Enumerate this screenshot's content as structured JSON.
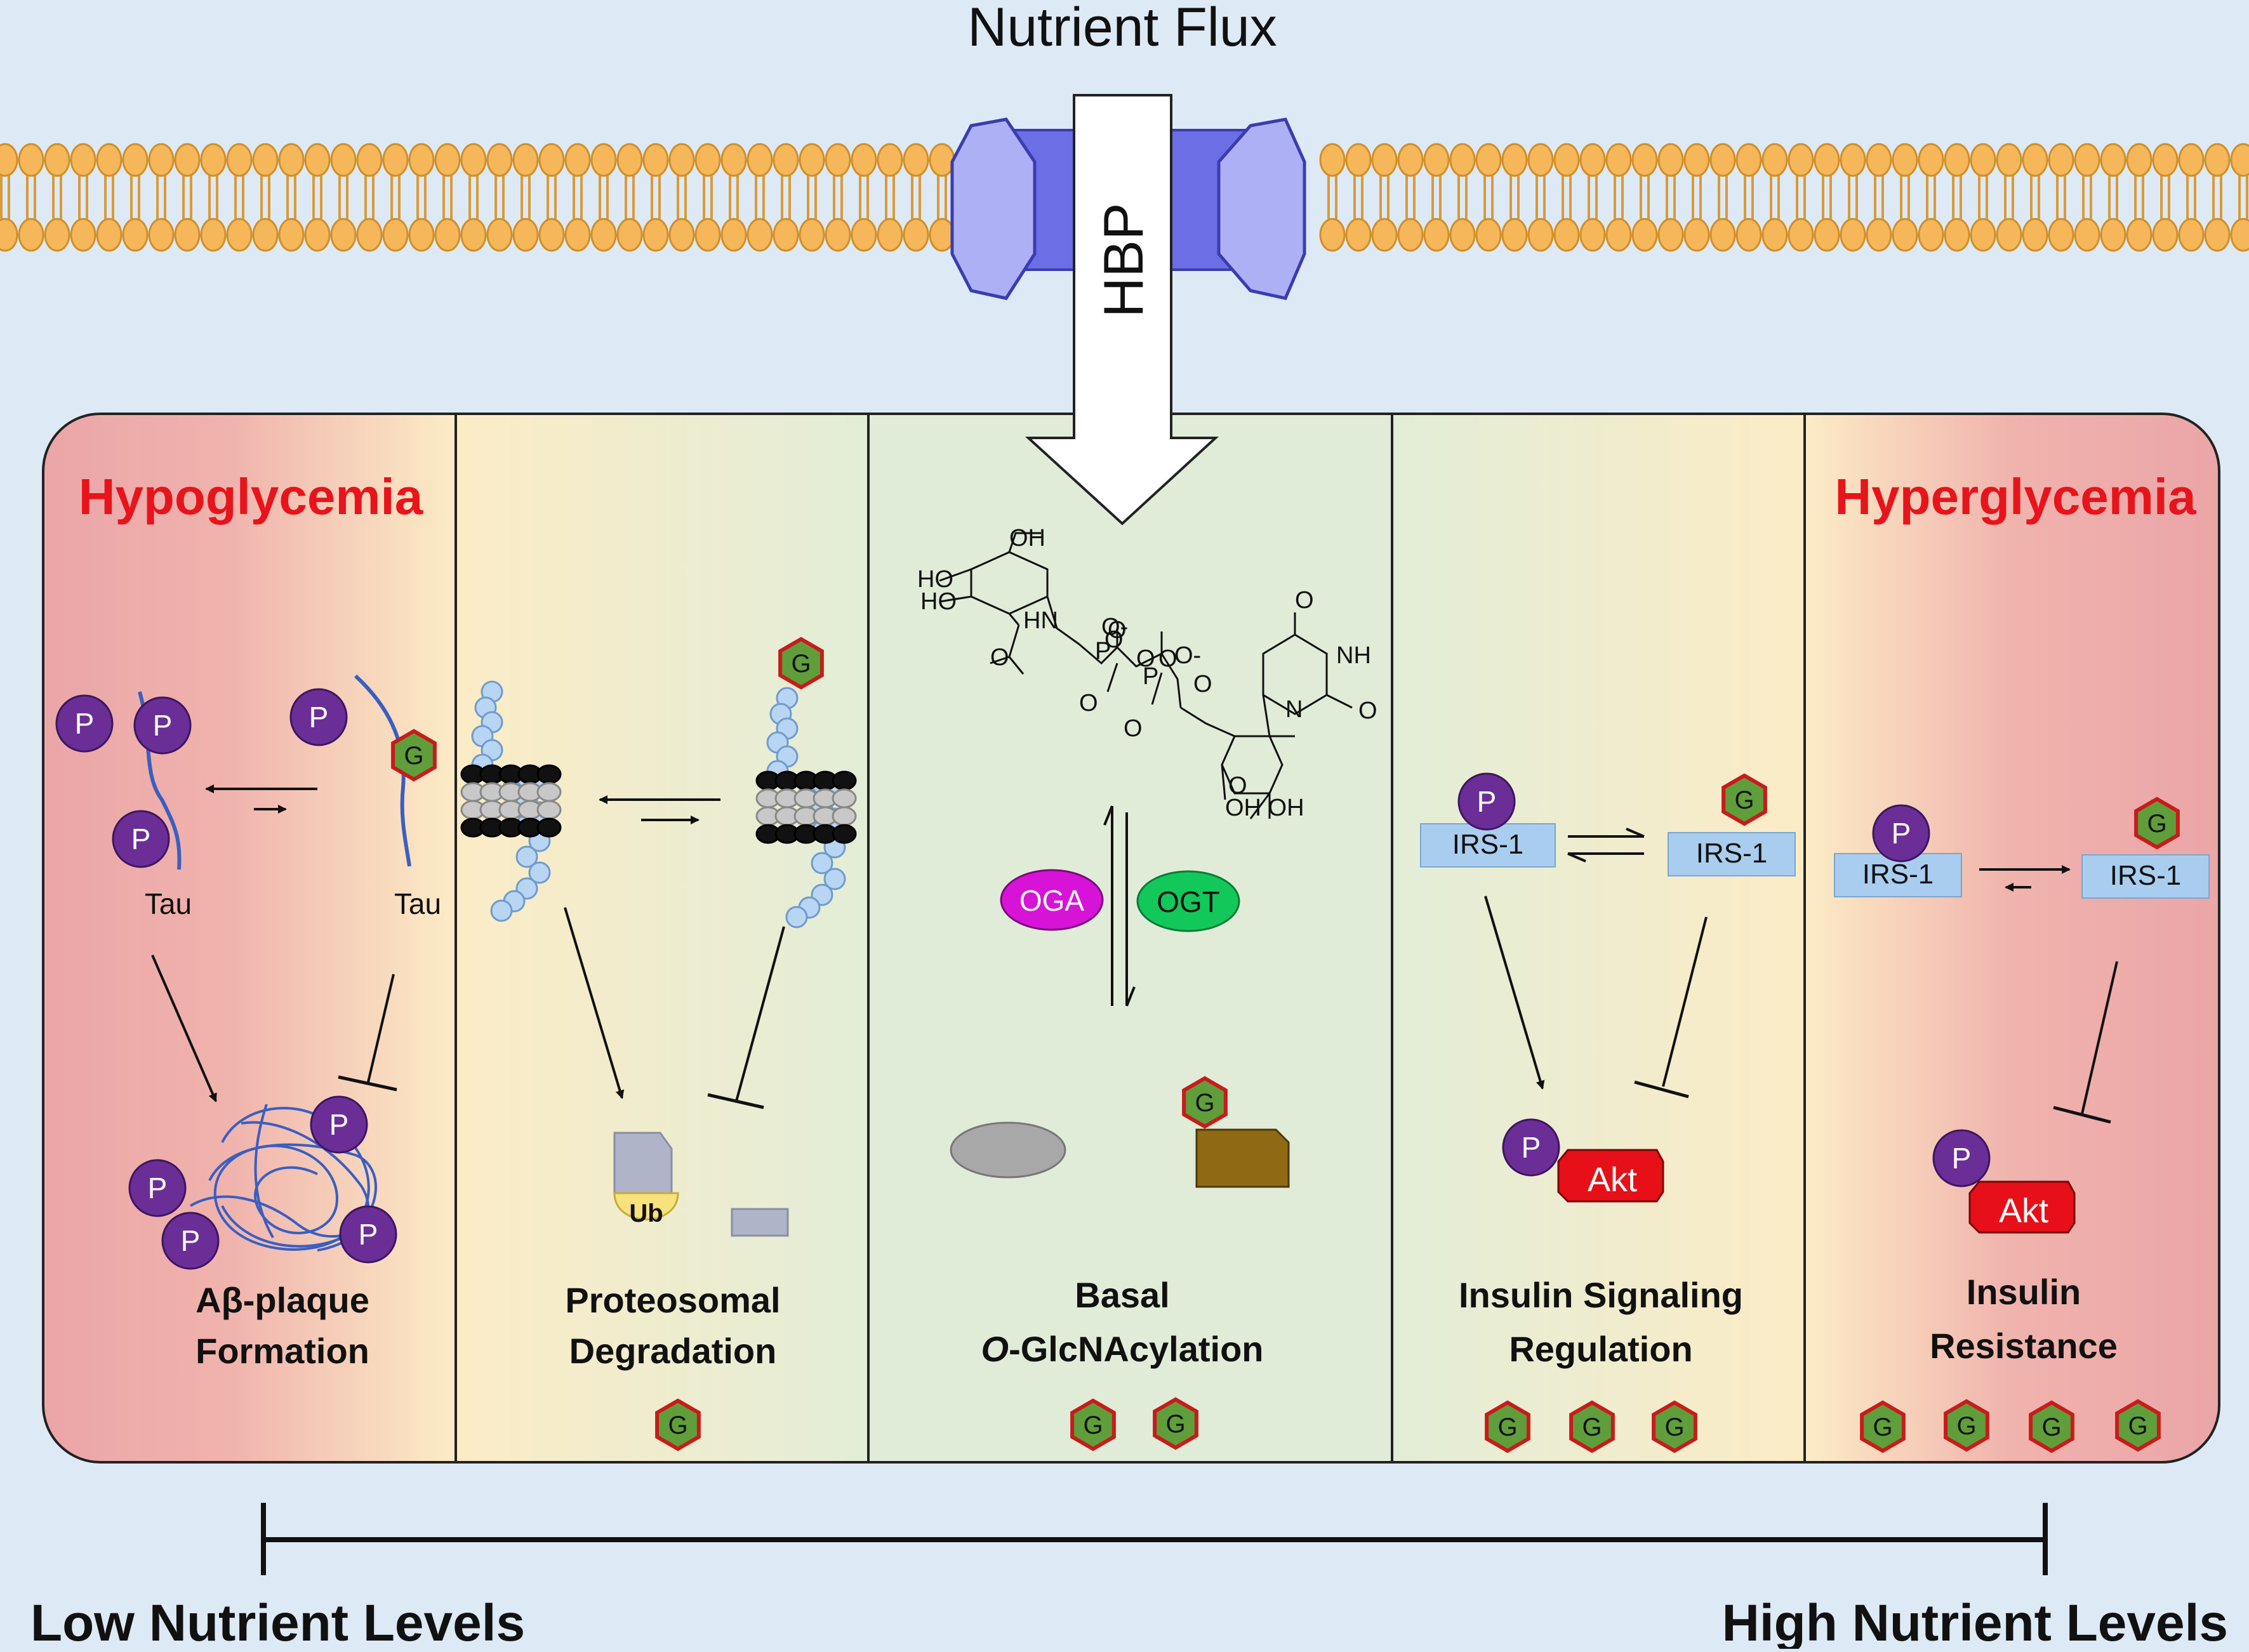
{
  "title": "Nutrient Flux",
  "hbp_label": "HBP",
  "panels": {
    "hypo": {
      "heading": "Hypoglycemia",
      "tau_left": "Tau",
      "tau_right": "Tau",
      "caption_line1": "Aβ-plaque",
      "caption_line2": "Formation"
    },
    "proteo": {
      "ub": "Ub",
      "caption_line1": "Proteosomal",
      "caption_line2": "Degradation"
    },
    "basal": {
      "oga": "OGA",
      "ogt": "OGT",
      "caption_line1": "Basal",
      "caption_italic": "O",
      "caption_line2_rest": "-GlcNAcylation",
      "molecule_labels": [
        "OH",
        "HO",
        "HO",
        "HN",
        "O",
        "O",
        "O",
        "P",
        "O",
        "O",
        "P",
        "O",
        "O",
        "O",
        "NH",
        "N",
        "O",
        "O",
        "OH OH",
        "O-",
        "O-"
      ]
    },
    "insulin": {
      "irs_left": "IRS-1",
      "irs_right": "IRS-1",
      "akt": "Akt",
      "caption_line1": "Insulin Signaling",
      "caption_line2": "Regulation"
    },
    "hyper": {
      "heading": "Hyperglycemia",
      "irs_left": "IRS-1",
      "irs_right": "IRS-1",
      "akt": "Akt",
      "caption_line1": "Insulin",
      "caption_line2": "Resistance"
    }
  },
  "badges": {
    "phospho": "P",
    "glcnac": "G"
  },
  "footer": {
    "low": "Low Nutrient Levels",
    "high": "High Nutrient Levels"
  },
  "colors": {
    "background": "#dde9f4",
    "membrane_head": "#f6b75a",
    "panel_red": "#eba5a8",
    "panel_cream": "#fcedc7",
    "panel_green": "#e0ecd8",
    "heading_red": "#e8141b",
    "phospho": "#6b2e96",
    "glcnac_fill": "#5f9e3a",
    "glcnac_border": "#c81c1c",
    "oga": "#d813d8",
    "ogt": "#13c85a",
    "akt": "#e81018",
    "irs": "#a9cdee"
  }
}
